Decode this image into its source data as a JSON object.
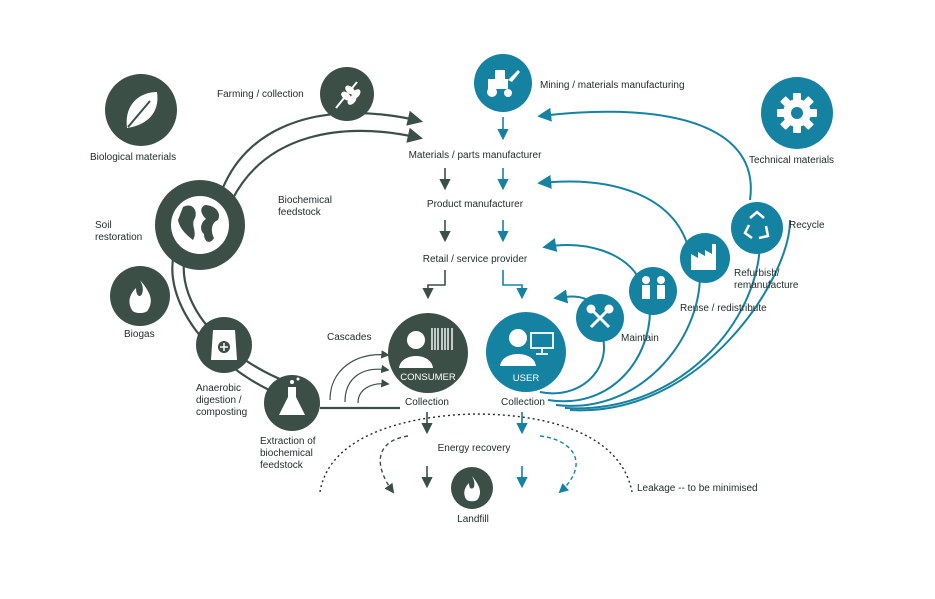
{
  "colors": {
    "biological": "#3c4f47",
    "technical": "#1682a2",
    "text": "#1f2a2a",
    "background": "#ffffff"
  },
  "labels": {
    "farming": "Farming / collection",
    "biological_materials": "Biological materials",
    "biochemical_feedstock": [
      "Biochemical",
      "feedstock"
    ],
    "soil_restoration": [
      "Soil",
      "restoration"
    ],
    "biogas": "Biogas",
    "anaerobic": [
      "Anaerobic",
      "digestion /",
      "composting"
    ],
    "extraction": [
      "Extraction of",
      "biochemical",
      "feedstock"
    ],
    "cascades": "Cascades",
    "mining": "Mining / materials manufacturing",
    "materials_parts": "Materials / parts manufacturer",
    "product_manufacturer": "Product manufacturer",
    "retail": "Retail / service provider",
    "technical_materials": "Technical materials",
    "recycle": "Recycle",
    "refurbish": [
      "Refurbish/",
      "remanufacture"
    ],
    "reuse": "Reuse / redistribute",
    "maintain": "Maintain",
    "consumer": "CONSUMER",
    "user": "USER",
    "collection_left": "Collection",
    "collection_right": "Collection",
    "energy_recovery": "Energy recovery",
    "leakage": "Leakage -- to be minimised",
    "landfill": "Landfill"
  },
  "icons": {
    "biological_materials": "leaf-icon",
    "farming": "wheat-icon",
    "soil_restoration": "globe-icon",
    "biogas": "flame-icon",
    "anaerobic": "compost-bag-icon",
    "extraction": "flask-icon",
    "consumer": "person-barcode-icon",
    "user": "person-computer-icon",
    "mining": "tractor-icon",
    "technical_materials": "gear-icon",
    "recycle": "recycle-icon",
    "refurbish": "factory-icon",
    "reuse": "two-people-icon",
    "maintain": "tools-icon",
    "landfill": "flame-icon"
  }
}
